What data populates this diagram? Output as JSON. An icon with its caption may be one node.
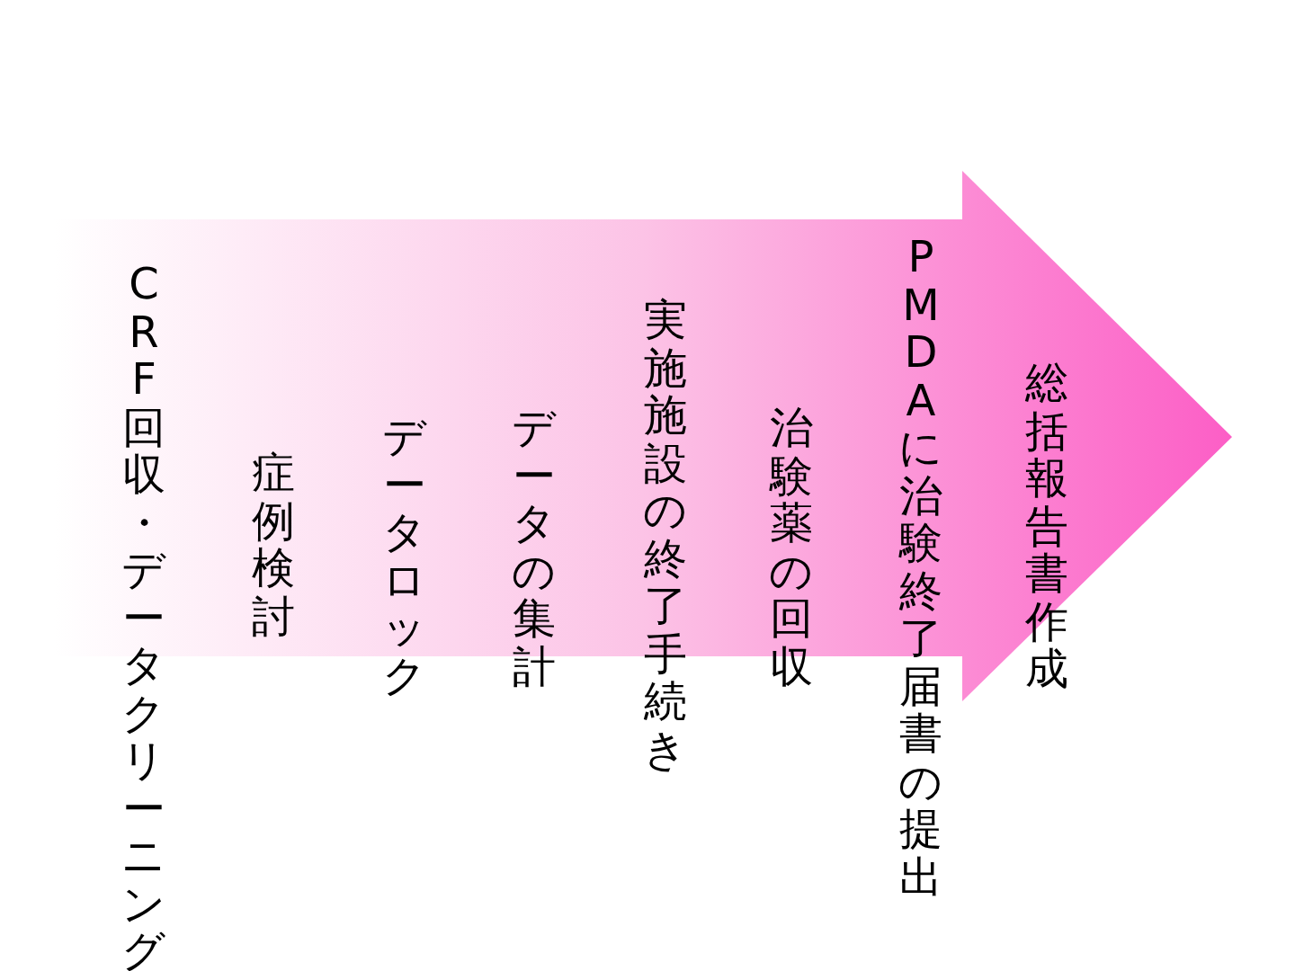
{
  "diagram": {
    "nodes": [
      {
        "text": [
          "CRF回収・データクリーニング",
          "症例検討",
          "データロック",
          "データの集計",
          "実施施設の終了手続き",
          "治験薬の回収",
          "PMDAに治験終了届書の提出",
          "総括報告書作成"
        ]
      }
    ]
  }
}
